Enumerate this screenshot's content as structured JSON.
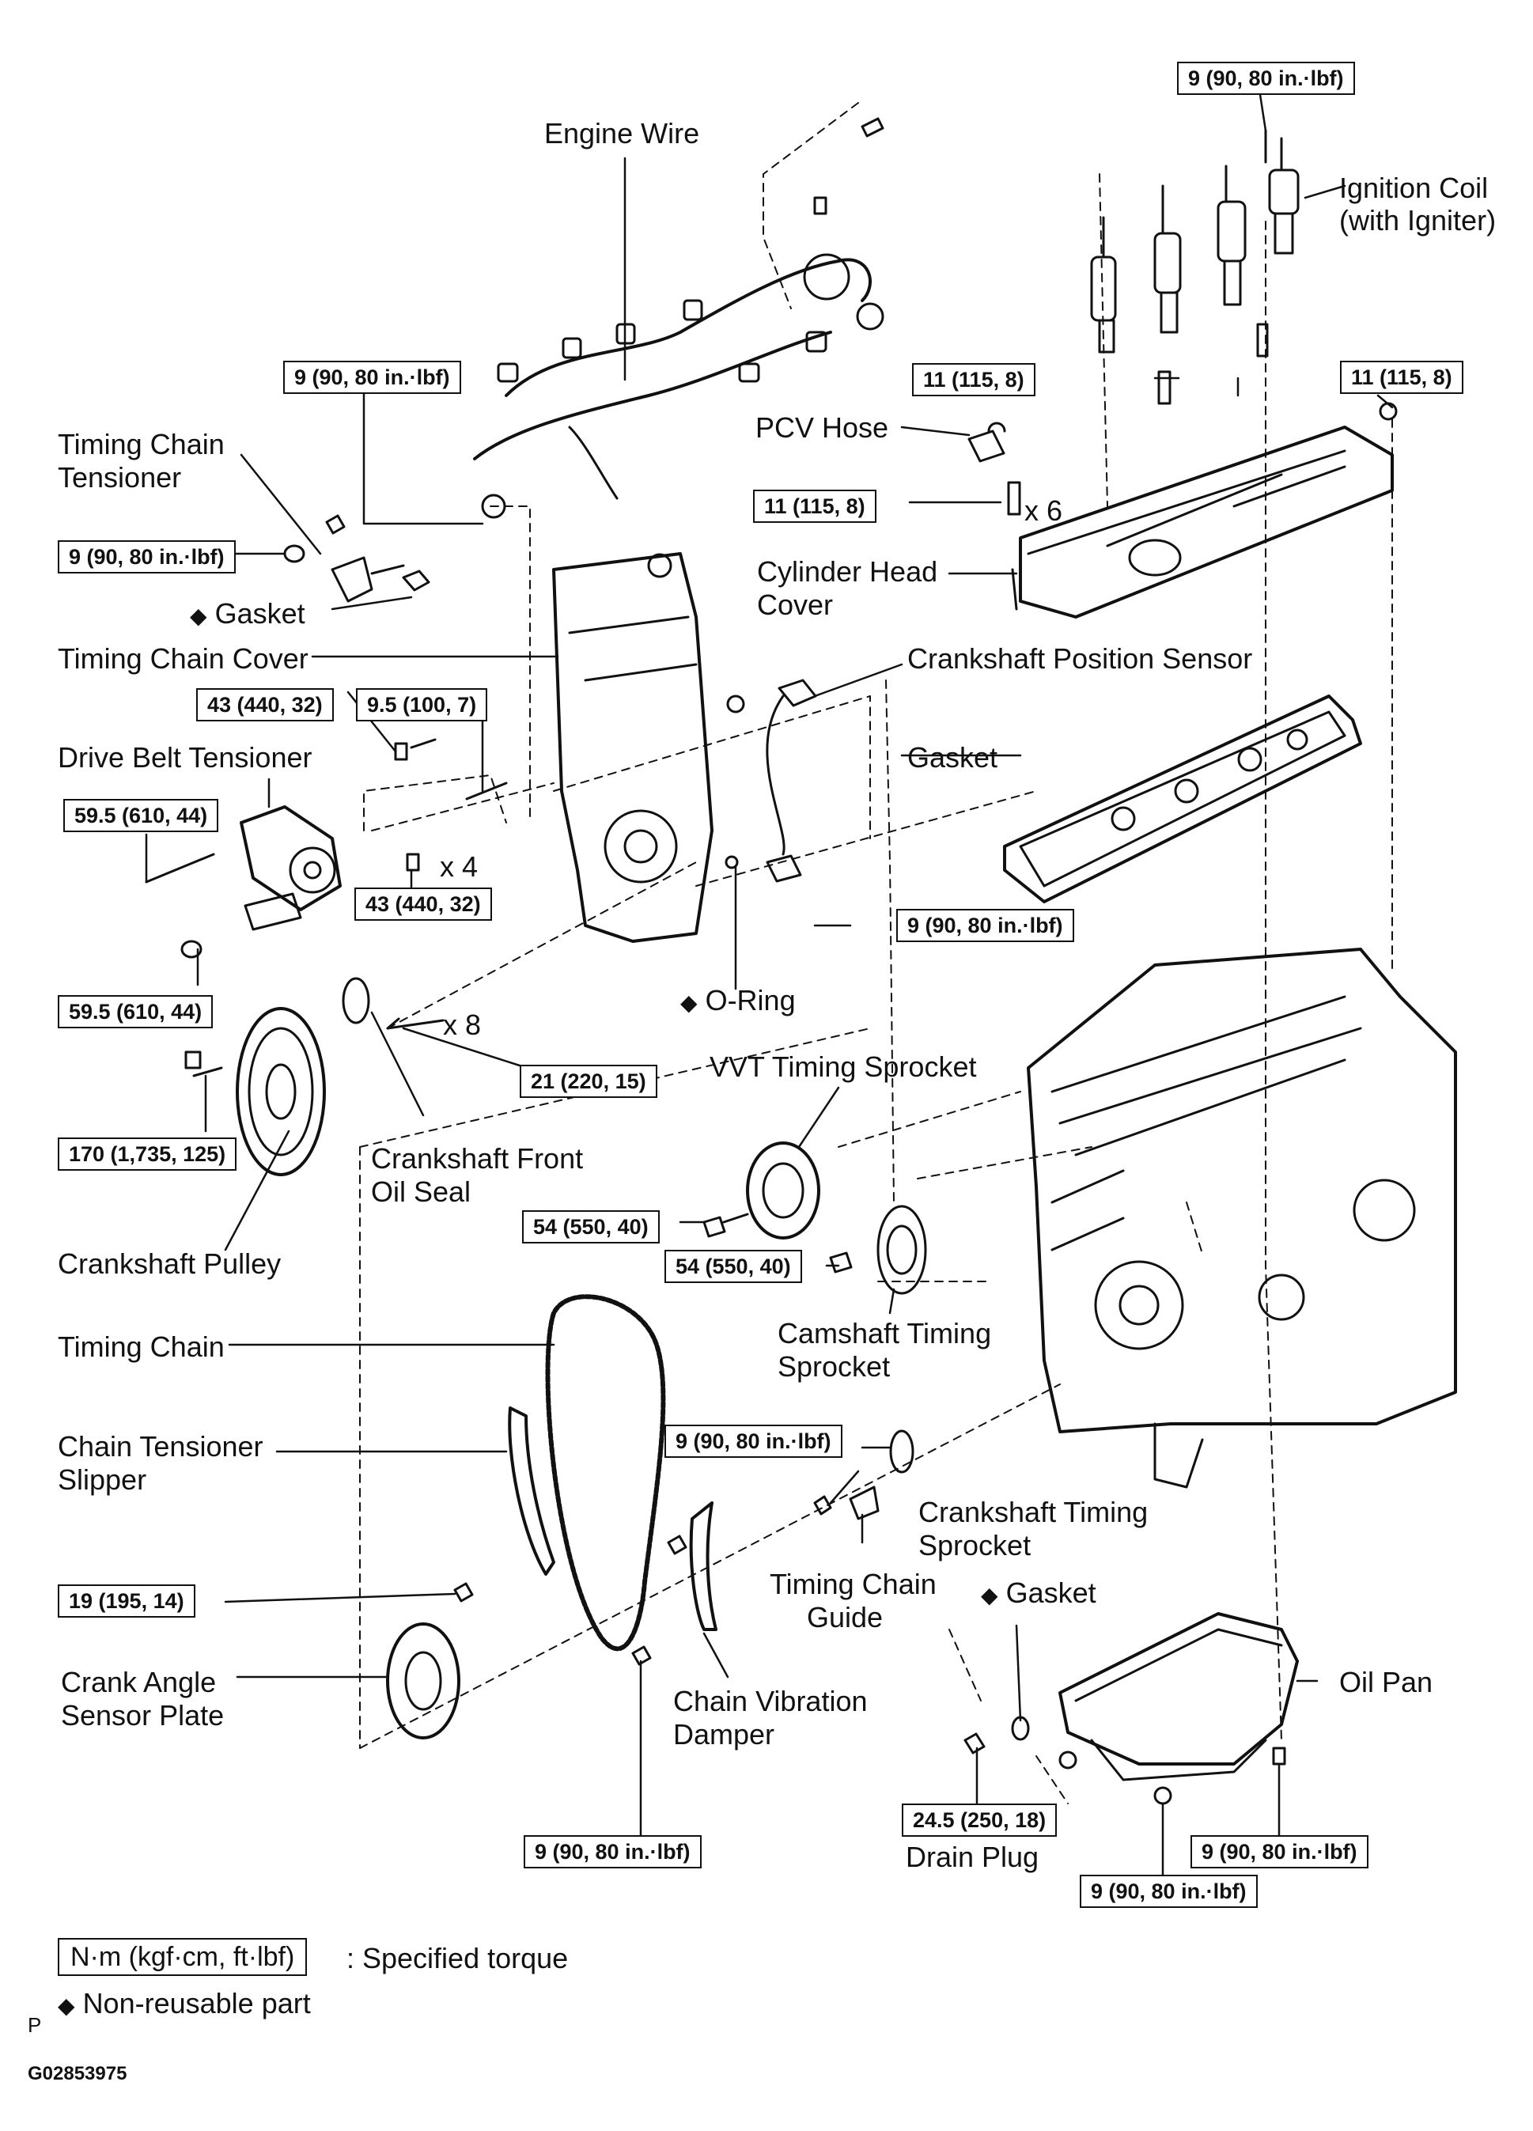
{
  "parts": {
    "engine_wire": "Engine Wire",
    "ignition_coil_1": "Ignition Coil",
    "ignition_coil_2": "(with Igniter)",
    "timing_chain_tensioner_1": "Timing  Chain",
    "timing_chain_tensioner_2": "Tensioner",
    "pcv_hose": "PCV Hose",
    "gasket_nr": "Gasket",
    "cylinder_head_cover_1": "Cylinder Head",
    "cylinder_head_cover_2": "Cover",
    "timing_chain_cover": "Timing Chain Cover",
    "crankshaft_position_sensor": "Crankshaft Position Sensor",
    "drive_belt_tensioner": "Drive Belt Tensioner",
    "gasket_cover": "Gasket",
    "o_ring": "O-Ring",
    "vvt_timing_sprocket": "VVT Timing Sprocket",
    "crankshaft_front_oil_seal_1": "Crankshaft  Front",
    "crankshaft_front_oil_seal_2": "Oil Seal",
    "crankshaft_pulley": "Crankshaft Pulley",
    "camshaft_timing_sprocket_1": "Camshaft   Timing",
    "camshaft_timing_sprocket_2": "Sprocket",
    "timing_chain": "Timing Chain",
    "chain_tensioner_slipper_1": "Chain Tensioner",
    "chain_tensioner_slipper_2": "Slipper",
    "crankshaft_timing_sprocket_1": "Crankshaft Timing",
    "crankshaft_timing_sprocket_2": "Sprocket",
    "timing_chain_guide_1": "Timing Chain",
    "timing_chain_guide_2": "Guide",
    "gasket_oil_pan": "Gasket",
    "oil_pan": "Oil Pan",
    "crank_angle_sensor_plate_1": "Crank Angle",
    "crank_angle_sensor_plate_2": "Sensor Plate",
    "chain_vibration_damper_1": "Chain  Vibration",
    "chain_vibration_damper_2": "Damper",
    "drain_plug": "Drain Plug"
  },
  "torques": {
    "t1": "9 (90, 80 in.·lbf)",
    "t2": "9 (90, 80 in.·lbf)",
    "t3": "11 (115, 8)",
    "t4": "11 (115, 8)",
    "t5": "11 (115, 8)",
    "t6": "9 (90, 80 in.·lbf)",
    "t7": "43 (440, 32)",
    "t8": "9.5 (100, 7)",
    "t9": "59.5 (610, 44)",
    "t10": "43 (440, 32)",
    "t11": "9 (90, 80 in.·lbf)",
    "t12": "59.5 (610, 44)",
    "t13": "21 (220, 15)",
    "t14": "170 (1,735, 125)",
    "t15": "54 (550, 40)",
    "t16": "54 (550, 40)",
    "t17": "9 (90, 80 in.·lbf)",
    "t18": "19 (195, 14)",
    "t19": "24.5 (250, 18)",
    "t20": "9 (90, 80 in.·lbf)",
    "t21": "9 (90, 80 in.·lbf)",
    "t22": "9 (90, 80 in.·lbf)"
  },
  "quantities": {
    "q_x6": "x 6",
    "q_x4": "x 4",
    "q_x8": "x 8"
  },
  "symbols": {
    "diamond": "◆"
  },
  "legend": {
    "unit_box": "N·m (kgf·cm, ft·lbf)",
    "unit_text": ": Specified torque",
    "nonreusable_text": "Non-reusable part"
  },
  "footer": {
    "page_letter": "P",
    "figure_id": "G02853975"
  },
  "colors": {
    "ink": "#111111",
    "paper": "#ffffff"
  }
}
